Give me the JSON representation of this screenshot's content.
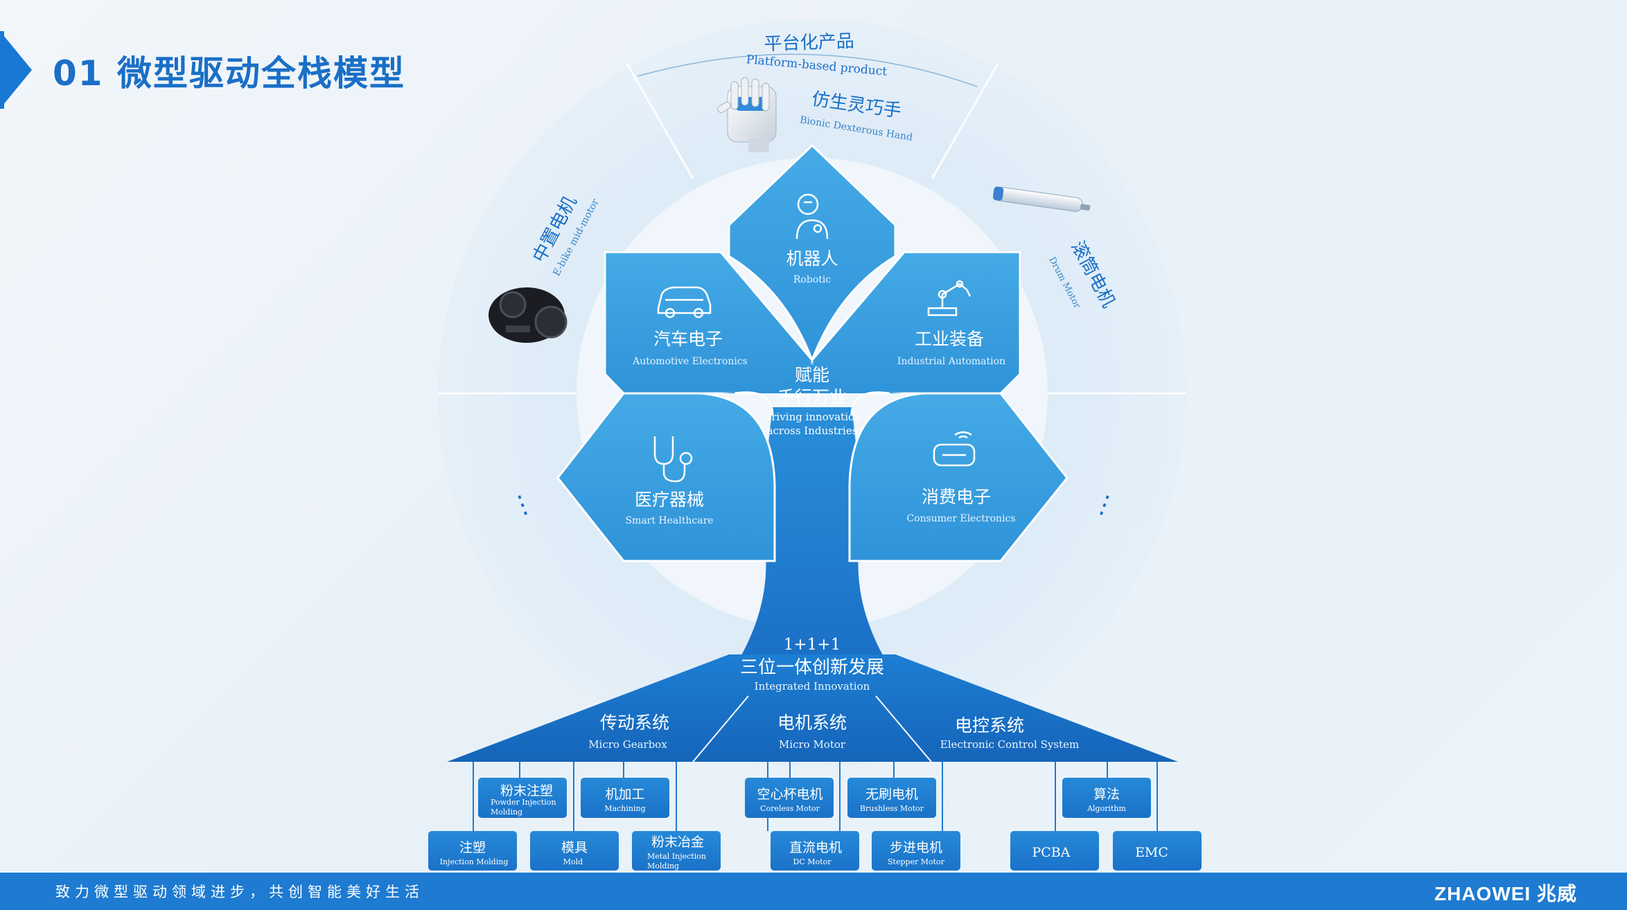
{
  "title": "01 微型驱动全栈模型",
  "colors": {
    "accent": "#1e7bd1",
    "leaf": "#3aa0e0",
    "trunk": "#1b74c9"
  },
  "outer_ring": {
    "platform": {
      "cn": "平台化产品",
      "en": "Platform-based product"
    },
    "bionic_hand": {
      "cn": "仿生灵巧手",
      "en": "Bionic Dexterous Hand"
    },
    "ebike_motor": {
      "cn": "中置电机",
      "en": "E-bike mid-motor"
    },
    "drum_motor": {
      "cn": "滚筒电机",
      "en": "Drum Motor"
    },
    "ellipsis_left": "⋮",
    "ellipsis_right": "⋮"
  },
  "leaves": {
    "robotic": {
      "cn": "机器人",
      "en": "Robotic",
      "icon": "robot-head-icon"
    },
    "automotive": {
      "cn": "汽车电子",
      "en": "Automotive Electronics",
      "icon": "car-icon"
    },
    "industrial": {
      "cn": "工业装备",
      "en": "Industrial Automation",
      "icon": "robot-arm-icon"
    },
    "healthcare": {
      "cn": "医疗器械",
      "en": "Smart Healthcare",
      "icon": "stethoscope-icon"
    },
    "consumer": {
      "cn": "消费电子",
      "en": "Consumer Electronics",
      "icon": "vr-headset-icon"
    }
  },
  "center": {
    "line1": "赋能",
    "line2": "千行万业",
    "en1": "Driving innovation",
    "en2": "across Industries"
  },
  "trunk": {
    "line1": "1+1+1",
    "line2": "三位一体创新发展",
    "en": "Integrated Innovation"
  },
  "systems": {
    "gearbox": {
      "cn": "传动系统",
      "en": "Micro Gearbox"
    },
    "motor": {
      "cn": "电机系统",
      "en": "Micro Motor"
    },
    "control": {
      "cn": "电控系统",
      "en": "Electronic Control System"
    }
  },
  "roots": {
    "powder_injection": {
      "cn": "粉末注塑",
      "en1": "Powder Injection",
      "en2": "Molding"
    },
    "machining": {
      "cn": "机加工",
      "en": "Machining"
    },
    "injection": {
      "cn": "注塑",
      "en": "Injection Molding"
    },
    "mold": {
      "cn": "模具",
      "en": "Mold"
    },
    "mim": {
      "cn": "粉末冶金",
      "en1": "Metal Injection",
      "en2": "Molding"
    },
    "coreless": {
      "cn": "空心杯电机",
      "en": "Coreless Motor"
    },
    "brushless": {
      "cn": "无刷电机",
      "en": "Brushless Motor"
    },
    "dc": {
      "cn": "直流电机",
      "en": "DC Motor"
    },
    "stepper": {
      "cn": "步进电机",
      "en": "Stepper Motor"
    },
    "algorithm": {
      "cn": "算法",
      "en": "Algorithm"
    },
    "pcba": {
      "cn": "PCBA"
    },
    "emc": {
      "cn": "EMC"
    }
  },
  "footer": {
    "slogan": "致力微型驱动领域进步，共创智能美好生活",
    "logo": "ZHAOWEI 兆威"
  }
}
